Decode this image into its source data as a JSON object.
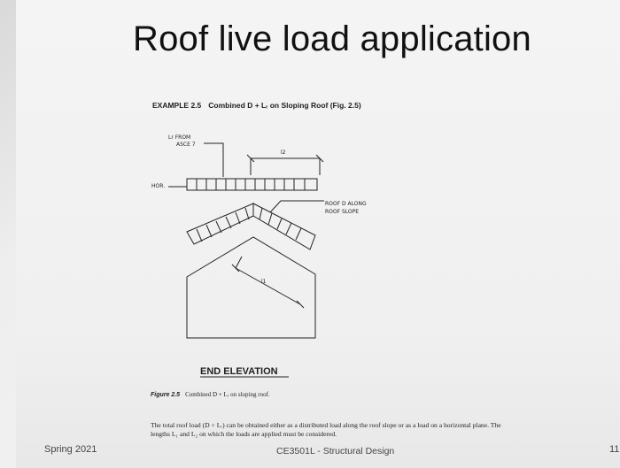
{
  "slide": {
    "title": "Roof live load application",
    "example_label": "EXAMPLE 2.5",
    "example_title": "Combined D + Lᵣ on Sloping Roof (Fig. 2.5)",
    "figure": {
      "label_lr": "Lr FROM",
      "label_asce": "ASCE 7",
      "label_l2": "l2",
      "label_hor": "HOR.",
      "label_roof_d_1": "ROOF D ALONG",
      "label_roof_d_2": "ROOF SLOPE",
      "label_l1": "l1",
      "end_elevation": "END ELEVATION"
    },
    "figure_caption_label": "Figure 2.5",
    "figure_caption_text": "Combined D + Lᵣ on sloping roof.",
    "body_text": "The total roof load (D + Lᵣ) can be obtained either as a distributed load along the roof slope or as a load on a horizontal plane. The lengths L₁ and L₂ on which the loads are applied must be considered.",
    "footer_left": "Spring 2021",
    "footer_center": "CE3501L - Structural Design",
    "footer_right": "11"
  }
}
